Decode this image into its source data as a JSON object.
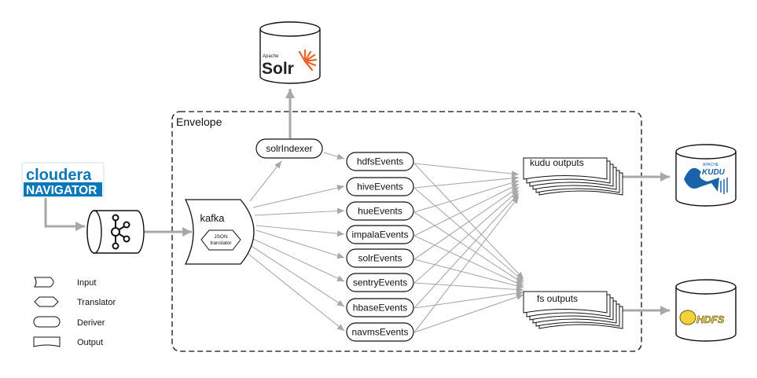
{
  "envelope": {
    "label": "Envelope"
  },
  "logos": {
    "cloudera_line1": "cloudera",
    "cloudera_line2": "NAVIGATOR",
    "solr_small": "Apache",
    "solr_main": "Solr",
    "kudu_small": "APACHE",
    "kudu_main": "KUDU",
    "hdfs_main": "HDFS"
  },
  "kafka": {
    "label": "kafka",
    "translator_line1": "JSON",
    "translator_line2": "translator"
  },
  "solr_indexer": {
    "label": "solrIndexer"
  },
  "derivers": [
    {
      "label": "hdfsEvents"
    },
    {
      "label": "hiveEvents"
    },
    {
      "label": "hueEvents"
    },
    {
      "label": "impalaEvents"
    },
    {
      "label": "solrEvents"
    },
    {
      "label": "sentryEvents"
    },
    {
      "label": "hbaseEvents"
    },
    {
      "label": "navmsEvents"
    }
  ],
  "outputs": [
    {
      "label": "kudu outputs"
    },
    {
      "label": "fs outputs"
    }
  ],
  "legend": [
    {
      "label": "Input"
    },
    {
      "label": "Translator"
    },
    {
      "label": "Deriver"
    },
    {
      "label": "Output"
    }
  ],
  "colors": {
    "arrow": "#a8a8a8",
    "cloudera_blue": "#0a77b8",
    "solr_orange": "#e8632b",
    "kudu_blue": "#1a63a8",
    "hdfs_yellow": "#f4d23a"
  }
}
